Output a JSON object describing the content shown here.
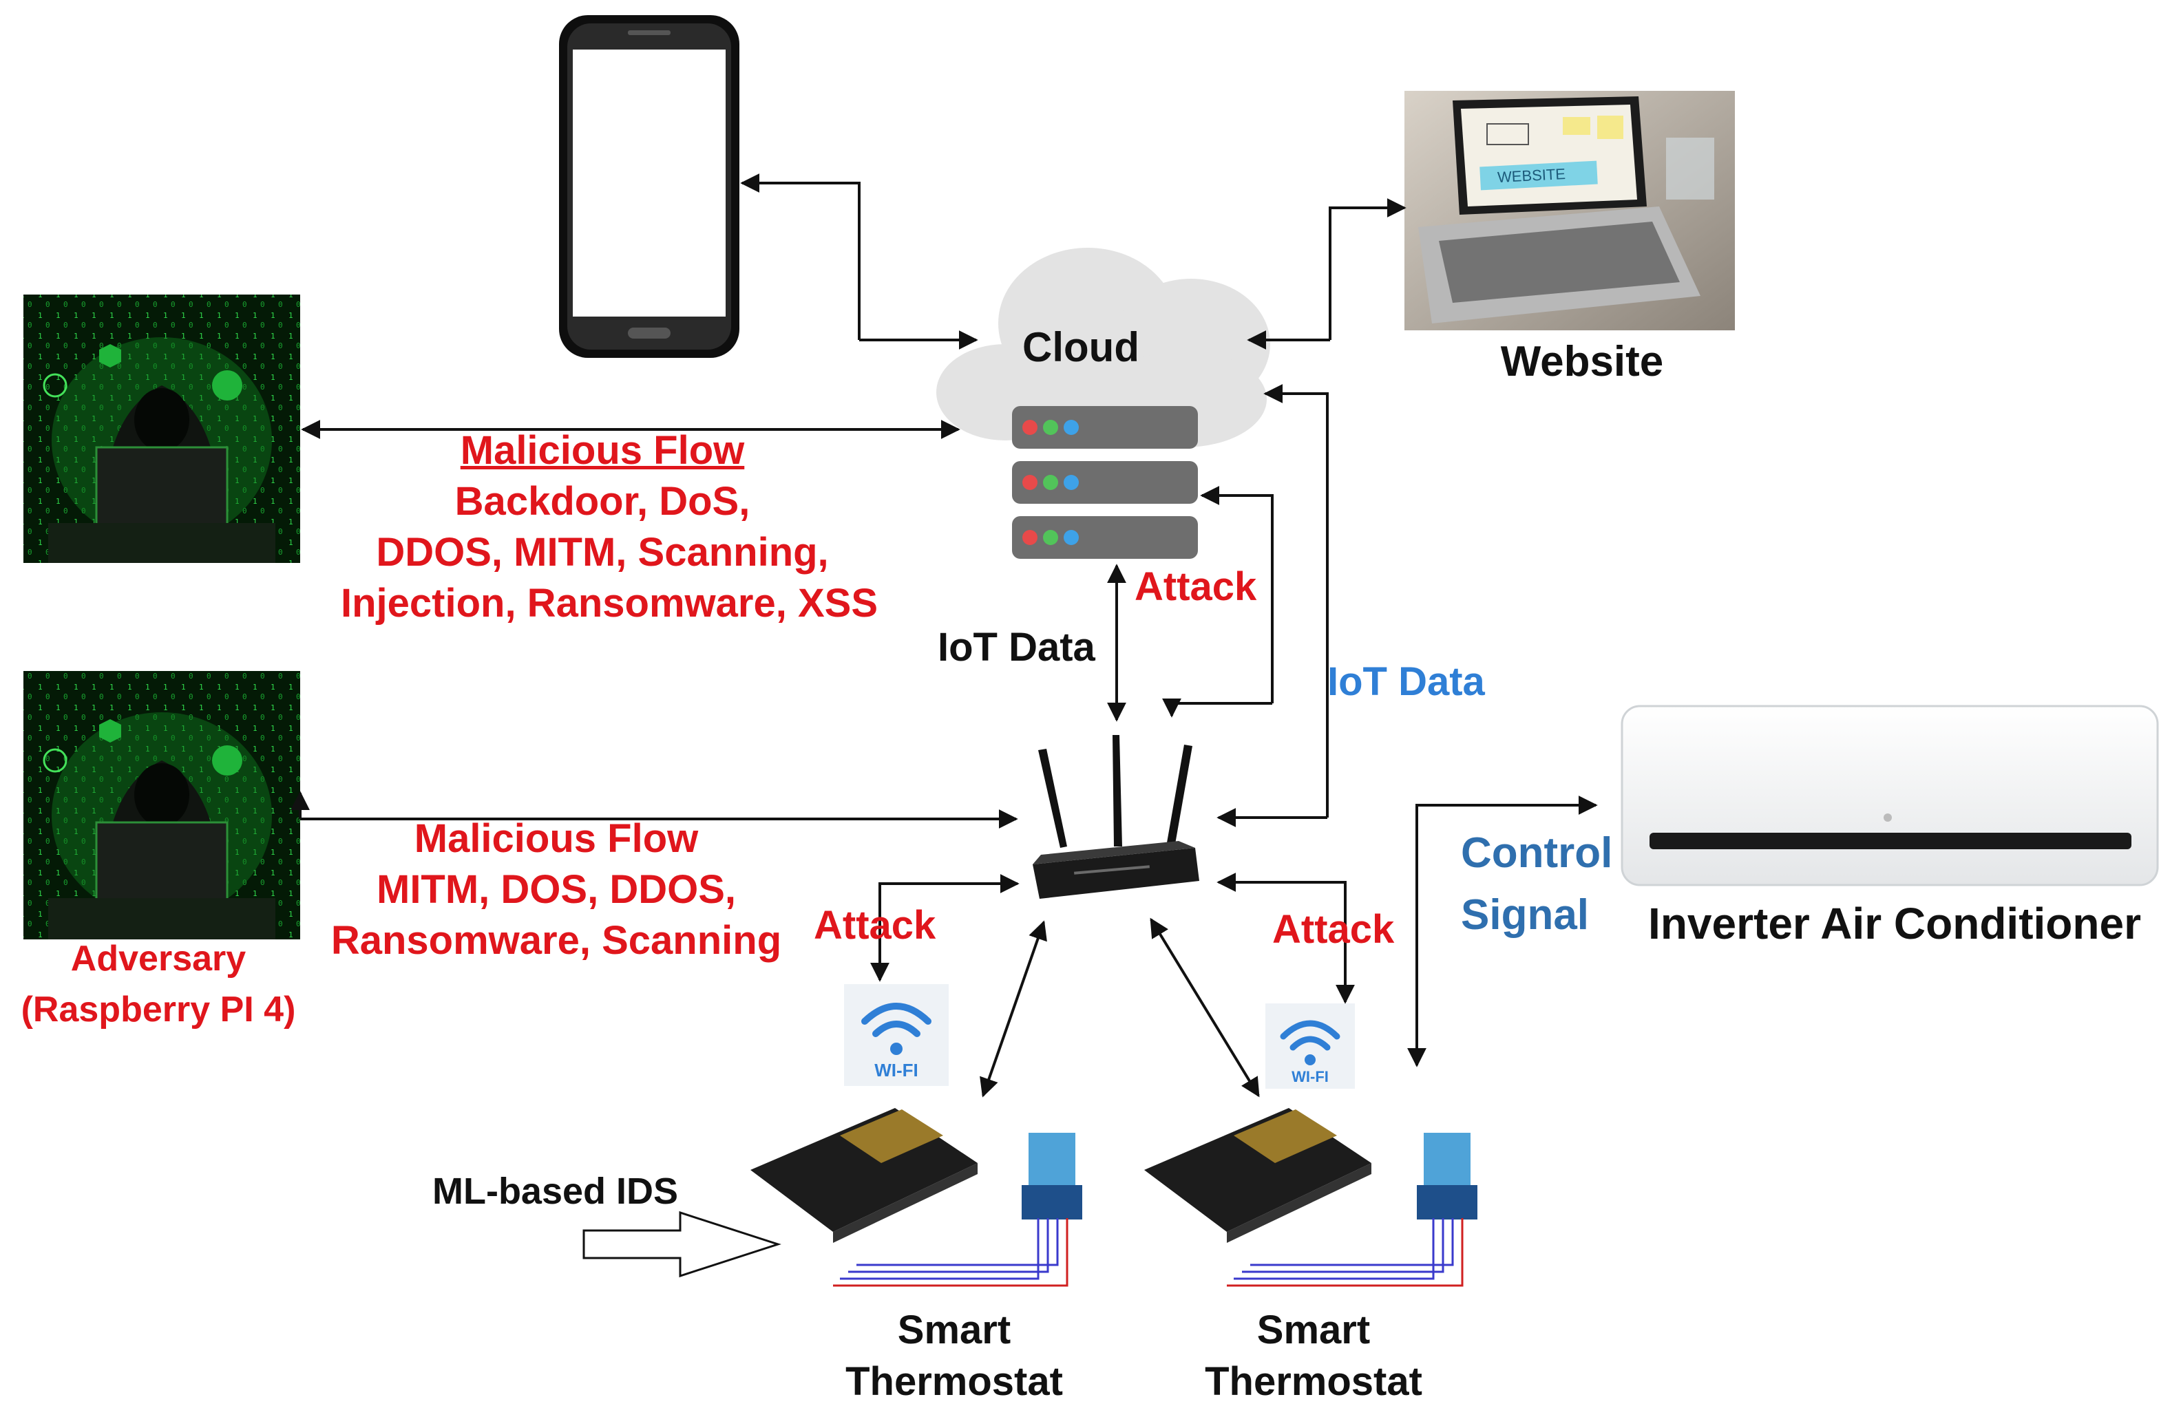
{
  "labels": {
    "cloud": "Cloud",
    "website": "Website",
    "iot_data_router": "IoT Data",
    "iot_data_device": "IoT Data",
    "attack_server": "Attack",
    "attack_left": "Attack",
    "attack_right": "Attack",
    "control_signal_1": "Control",
    "control_signal_2": "Signal",
    "air_conditioner": "Inverter Air Conditioner",
    "adversary_1": "Adversary",
    "adversary_2": "(Raspberry PI 4)",
    "ml_ids": "ML-based IDS",
    "thermostat_1_a": "Smart",
    "thermostat_1_b": "Thermostat",
    "thermostat_2_a": "Smart",
    "thermostat_2_b": "Thermostat",
    "wifi_1": "WI-FI",
    "wifi_2": "WI-FI",
    "website_screen": "WEBSITE"
  },
  "malicious_flow_cloud": {
    "title": "Malicious Flow",
    "line1": "Backdoor, DoS,",
    "line2": "DDOS, MITM, Scanning,",
    "line3": "Injection, Ransomware, XSS"
  },
  "malicious_flow_router": {
    "title": "Malicious Flow",
    "line1": "MITM, DOS, DDOS,",
    "line2": "Ransomware, Scanning"
  },
  "colors": {
    "attack_red": "#e0161c",
    "iot_blue": "#2f7fd6",
    "control_blue": "#2f6fae",
    "hacker_green": "#1f8a2c"
  },
  "icons": [
    "smartphone-icon",
    "cloud-icon",
    "server-icon",
    "laptop-icon",
    "router-icon",
    "hacker-icon",
    "wifi-icon",
    "esp32-board-icon",
    "sensor-icon",
    "air-conditioner-icon"
  ]
}
